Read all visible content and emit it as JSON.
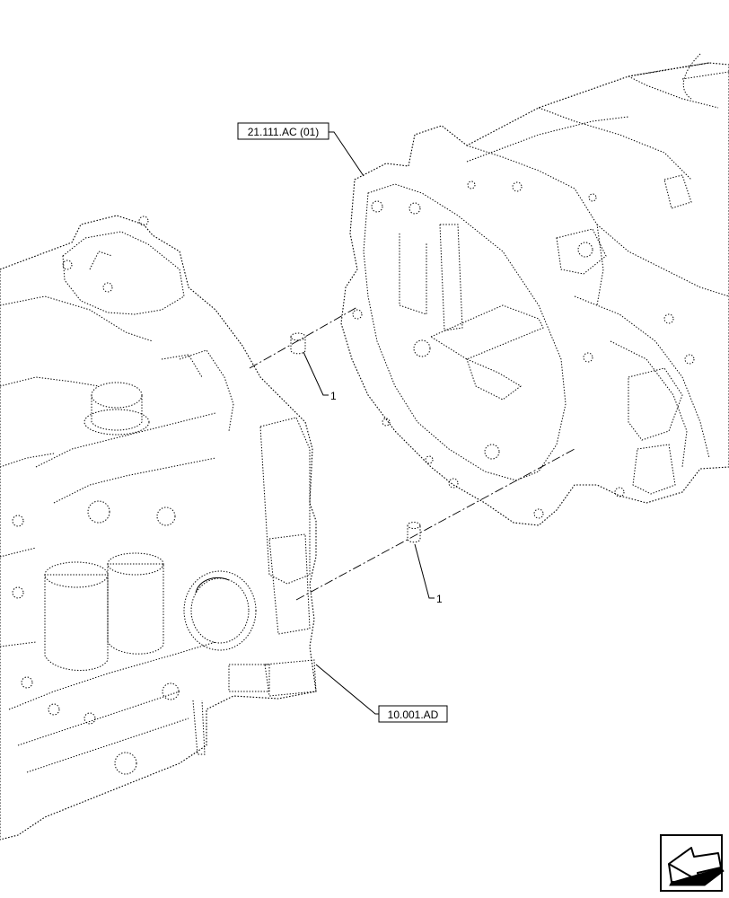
{
  "diagram": {
    "callouts": {
      "transmission_ref": "21.111.AC (01)",
      "engine_ref": "10.001.AD"
    },
    "items": {
      "pin_upper_number": "1",
      "pin_lower_number": "1"
    },
    "nav_icon": "arrow-icon"
  }
}
